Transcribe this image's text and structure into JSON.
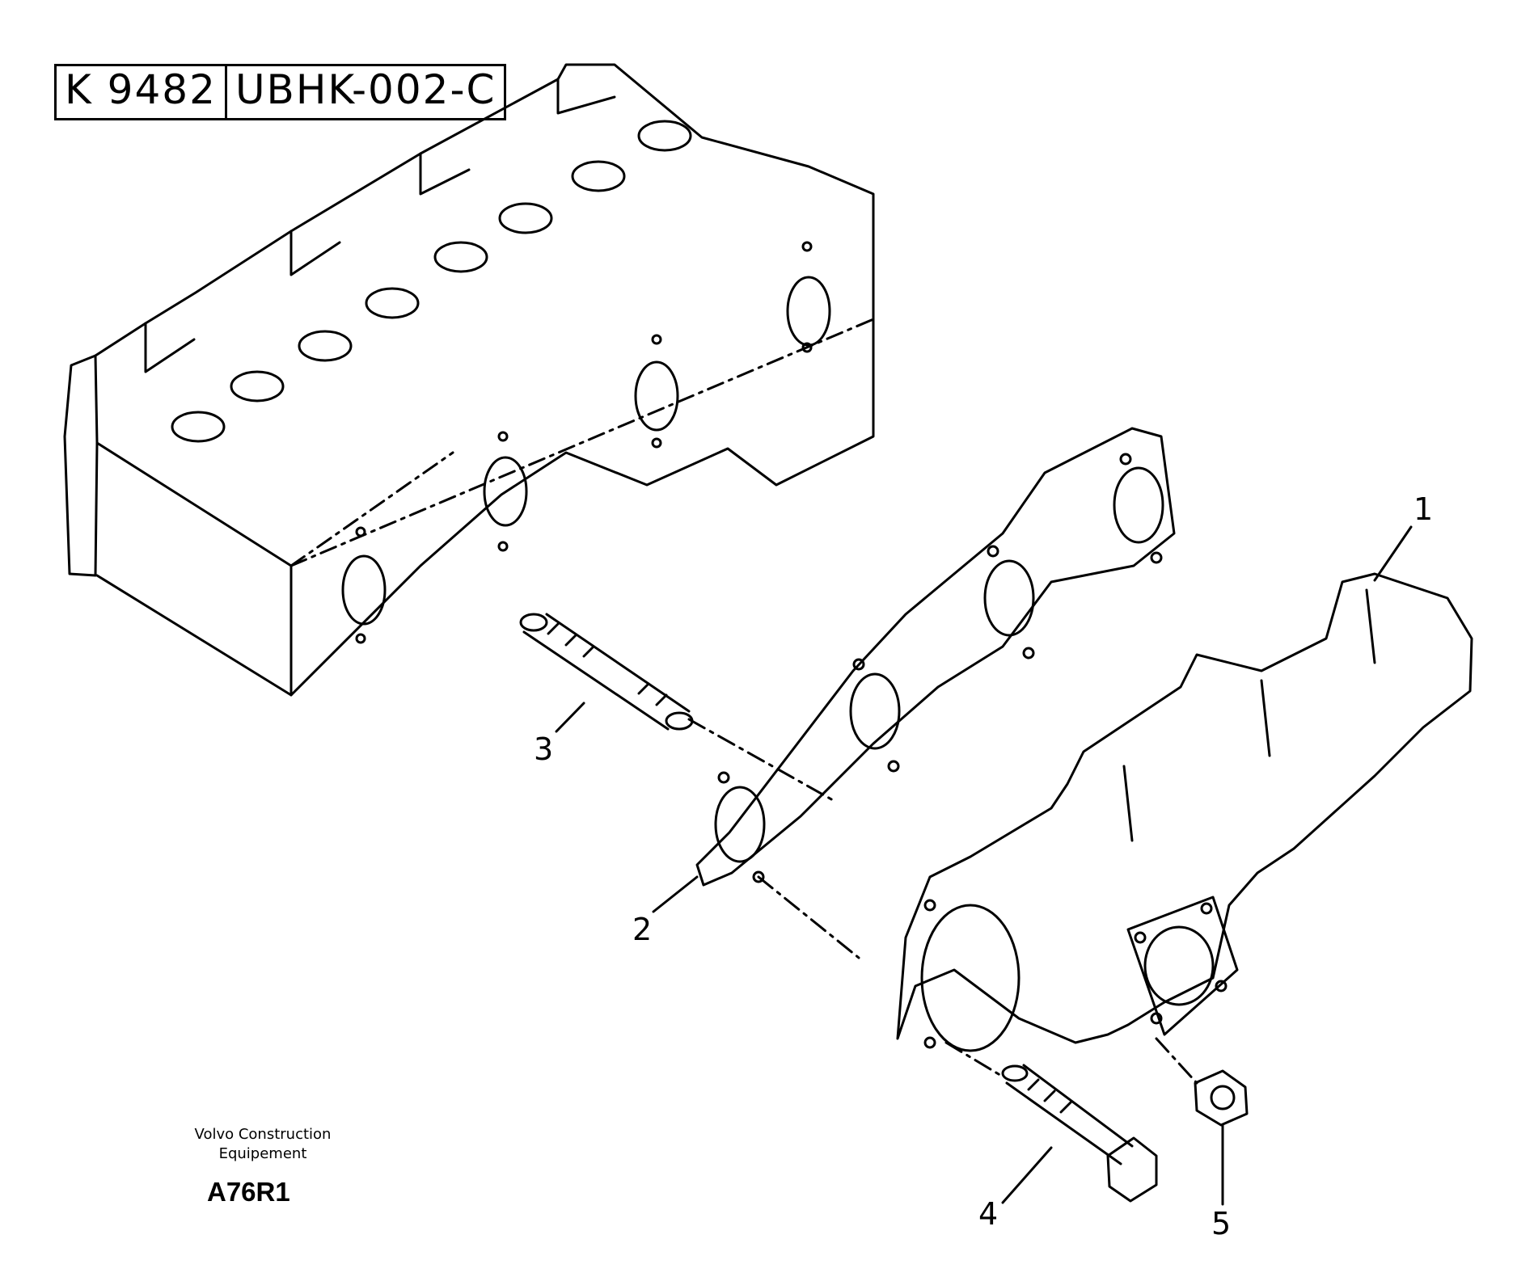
{
  "diagram": {
    "ref_codes": [
      "K 9482",
      "UBHK-002-C"
    ],
    "callouts": [
      "1",
      "2",
      "3",
      "4",
      "5"
    ],
    "brand_line1": "Volvo Construction",
    "brand_line2": "Equipement",
    "figure_code": "A76R1"
  }
}
